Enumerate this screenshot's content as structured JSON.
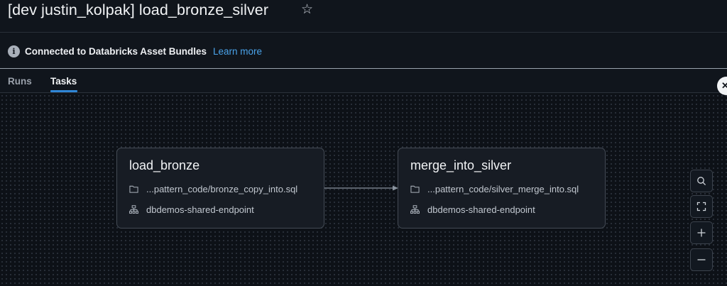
{
  "header": {
    "title": "[dev justin_kolpak] load_bronze_silver",
    "star_glyph": "☆"
  },
  "banner": {
    "info_glyph": "i",
    "text": "Connected to Databricks Asset Bundles",
    "link": "Learn more"
  },
  "tabs": [
    {
      "label": "Runs",
      "active": false
    },
    {
      "label": "Tasks",
      "active": true
    }
  ],
  "close_glyph": "✕",
  "graph": {
    "nodes": [
      {
        "title": "load_bronze",
        "path": "...pattern_code/bronze_copy_into.sql",
        "endpoint": "dbdemos-shared-endpoint"
      },
      {
        "title": "merge_into_silver",
        "path": "...pattern_code/silver_merge_into.sql",
        "endpoint": "dbdemos-shared-endpoint"
      }
    ],
    "edge": {
      "from": "load_bronze",
      "to": "merge_into_silver"
    }
  },
  "controls": [
    {
      "name": "search-icon"
    },
    {
      "name": "fit-view-icon"
    },
    {
      "name": "zoom-in-icon"
    },
    {
      "name": "zoom-out-icon"
    }
  ],
  "colors": {
    "accent": "#2f86d6",
    "link": "#4aa3ea",
    "background": "#0f141b"
  }
}
